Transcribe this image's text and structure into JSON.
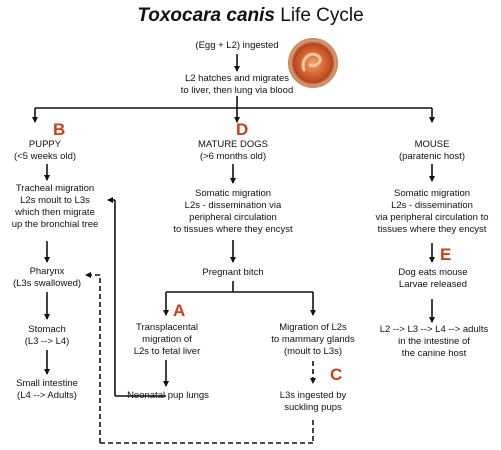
{
  "title": {
    "italic": "Toxocara canis",
    "rest": " Life Cycle"
  },
  "nodes": {
    "egg": "(Egg + L2) ingested",
    "hatch": [
      "L2 hatches and migrates",
      "to liver, then lung via blood"
    ],
    "puppy": [
      "PUPPY",
      "(<5 weeks old)"
    ],
    "mature": [
      "MATURE DOGS",
      "(>6 months old)"
    ],
    "mouse": [
      "MOUSE",
      "(paratenic host)"
    ],
    "tracheal": [
      "Tracheal migration",
      "L2s moult to L3s",
      "which then migrate",
      "up the bronchial tree"
    ],
    "pharynx": [
      "Pharynx",
      "(L3s swallowed)"
    ],
    "stomach": [
      "Stomach",
      "(L3 --> L4)"
    ],
    "intestine": [
      "Small intestine",
      "(L4 --> Adults)"
    ],
    "somatic_dog": [
      "Somatic migration",
      "L2s - dissemination via",
      "peripheral circulation",
      "to tissues where they encyst"
    ],
    "pregnant": "Pregnant bitch",
    "transplacental": [
      "Transplacental",
      "migration of",
      "L2s to fetal liver"
    ],
    "neonatal": "Neonatal pup lungs",
    "mammary": [
      "Migration of L2s",
      "to mammary glands",
      "(moult to L3s)"
    ],
    "suckling": [
      "L3s ingested by",
      "suckling pups"
    ],
    "somatic_mouse": [
      "Somatic migration",
      "L2s - dissemination",
      "via peripheral circulation to",
      "tissues where they encyst"
    ],
    "dog_eats": [
      "Dog eats mouse",
      "Larvae released"
    ],
    "adults": [
      "L2 --> L3 --> L4 --> adults",
      "in the intestine of",
      "the canine host"
    ]
  },
  "letters": {
    "a": "A",
    "b": "B",
    "c": "C",
    "d": "D",
    "e": "E"
  },
  "colors": {
    "letter": "#c8401a",
    "line": "#111111"
  }
}
